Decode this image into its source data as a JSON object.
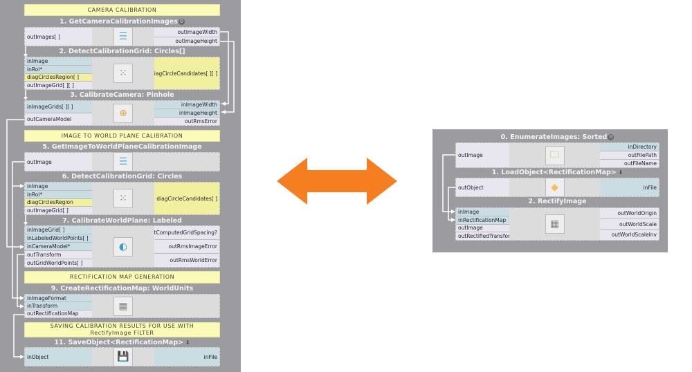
{
  "left_program": {
    "headers": [
      "CAMERA CALIBRATION",
      "IMAGE TO WORLD PLANE CALIBRATION",
      "RECTIFICATION MAP GENERATION",
      "SAVING CALIBRATION RESULTS FOR USE WITH RectifyImage FILTER"
    ],
    "filters": [
      {
        "title": "1. GetCameraCalibrationImages",
        "badge": "gear-icon",
        "icon": "list-icon",
        "left": [
          {
            "label": "outImages[ ]",
            "kind": "out"
          }
        ],
        "right": [
          {
            "label": "outImageWidth",
            "kind": "out"
          },
          {
            "label": "outImageHeight",
            "kind": "out"
          }
        ]
      },
      {
        "title": "2. DetectCalibrationGrid: Circles[]",
        "icon": "circle-grid-icon",
        "left": [
          {
            "label": "inImage",
            "kind": "in"
          },
          {
            "label": "inRoi*",
            "kind": "in"
          },
          {
            "label": "diagCirclesRegion[ ]",
            "kind": "yel"
          },
          {
            "label": "outImageGrid[ ][ ]",
            "kind": "out"
          }
        ],
        "right": [
          {
            "label": "diagCircleCandidates[ ][ ]",
            "kind": "yel"
          }
        ]
      },
      {
        "title": "3. CalibrateCamera: Pinhole",
        "icon": "target-icon",
        "left": [
          {
            "label": "inImageGrids[ ][ ]",
            "kind": "in"
          },
          {
            "label": "outCameraModel",
            "kind": "out"
          }
        ],
        "right": [
          {
            "label": "inImageWidth",
            "kind": "in"
          },
          {
            "label": "inImageHeight",
            "kind": "in"
          },
          {
            "label": "outRmsError",
            "kind": "out"
          }
        ]
      },
      {
        "title": "5. GetImageToWorldPlaneCalibrationImage",
        "icon": "list-icon",
        "left": [
          {
            "label": "outImage",
            "kind": "out"
          }
        ],
        "right": []
      },
      {
        "title": "6. DetectCalibrationGrid: Circles",
        "icon": "circle-grid-icon",
        "left": [
          {
            "label": "inImage",
            "kind": "in"
          },
          {
            "label": "inRoi*",
            "kind": "in"
          },
          {
            "label": "diagCirclesRegion",
            "kind": "yel"
          },
          {
            "label": "outImageGrid[ ]",
            "kind": "out"
          }
        ],
        "right": [
          {
            "label": "diagCircleCandidates[ ]",
            "kind": "yel"
          }
        ]
      },
      {
        "title": "7. CalibrateWorldPlane: Labeled",
        "icon": "globe-icon",
        "left": [
          {
            "label": "inImageGrid[ ]",
            "kind": "in"
          },
          {
            "label": "inLabeledWorldPoints[ ]",
            "kind": "in"
          },
          {
            "label": "inCameraModel*",
            "kind": "in"
          },
          {
            "label": "outTransform",
            "kind": "out"
          },
          {
            "label": "outGridWorldPoints[ ]",
            "kind": "out"
          }
        ],
        "right": [
          {
            "label": "outComputedGridSpacing?",
            "kind": "out"
          },
          {
            "label": "outRmsImageError",
            "kind": "out"
          },
          {
            "label": "outRmsWorldError",
            "kind": "out"
          }
        ]
      },
      {
        "title": "9. CreateRectificationMap: WorldUnits",
        "icon": "mesh-icon",
        "left": [
          {
            "label": "inImageFormat",
            "kind": "in"
          },
          {
            "label": "inTransform",
            "kind": "in"
          },
          {
            "label": "outRectificationMap",
            "kind": "out"
          }
        ],
        "right": []
      },
      {
        "title": "11. SaveObject<RectificationMap>",
        "badge": "down-arrow-icon",
        "icon": "floppy-icon",
        "left": [
          {
            "label": "inObject",
            "kind": "in"
          }
        ],
        "right": [
          {
            "label": "inFile",
            "kind": "in"
          }
        ]
      }
    ]
  },
  "right_program": {
    "filters": [
      {
        "title": "0. EnumerateImages: Sorted",
        "badge": "gear-icon",
        "icon": "folder-icon",
        "left": [
          {
            "label": "outImage",
            "kind": "out"
          }
        ],
        "right": [
          {
            "label": "inDirectory",
            "kind": "in"
          },
          {
            "label": "outFilePath",
            "kind": "out"
          },
          {
            "label": "outFileName",
            "kind": "out"
          }
        ]
      },
      {
        "title": "1. LoadObject<RectificationMap>",
        "badge": "down-arrow-icon",
        "icon": "load-icon",
        "left": [
          {
            "label": "outObject",
            "kind": "out"
          }
        ],
        "right": [
          {
            "label": "inFile",
            "kind": "in"
          }
        ]
      },
      {
        "title": "2. RectifyImage",
        "icon": "mesh-icon",
        "left": [
          {
            "label": "inImage",
            "kind": "in"
          },
          {
            "label": "inRectificationMap",
            "kind": "in"
          },
          {
            "label": "outImage",
            "kind": "out"
          },
          {
            "label": "outRectifiedTransform",
            "kind": "out"
          }
        ],
        "right": [
          {
            "label": "outWorldOrigin",
            "kind": "out"
          },
          {
            "label": "outWorldScale",
            "kind": "out"
          },
          {
            "label": "outWorldScaleInv",
            "kind": "out"
          }
        ]
      }
    ]
  },
  "colors": {
    "arrow": "#f57e20",
    "panel": "#9c9b9f"
  }
}
